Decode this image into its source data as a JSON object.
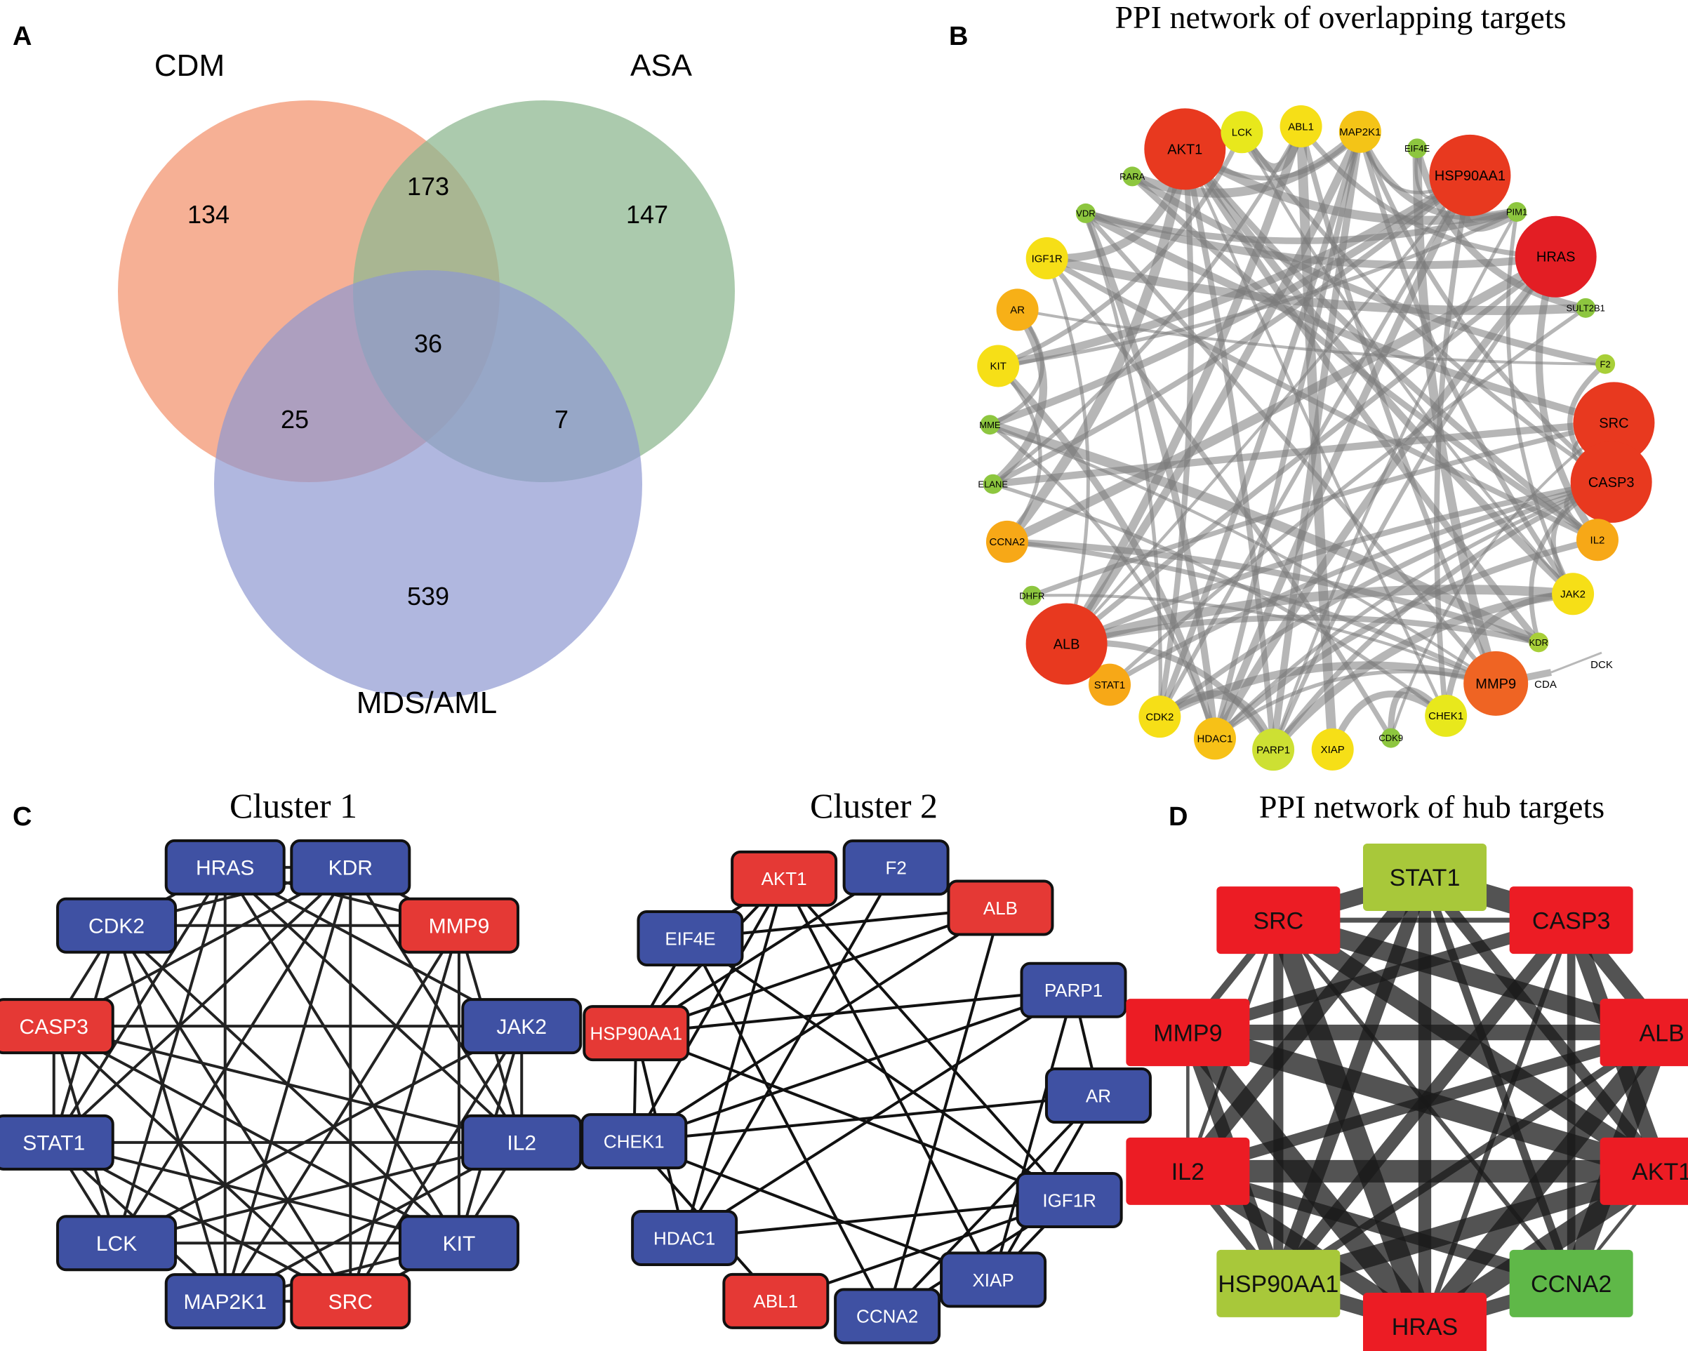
{
  "panelA": {
    "letter": "A",
    "sets": [
      {
        "label": "CDM",
        "color": "#f4a283"
      },
      {
        "label": "ASA",
        "color": "#8fb891"
      },
      {
        "label": "MDS/AML",
        "color": "#8e98d2"
      }
    ],
    "regions": [
      {
        "name": "cdm-only",
        "value": "134"
      },
      {
        "name": "asa-only",
        "value": "147"
      },
      {
        "name": "cdm-asa",
        "value": "173"
      },
      {
        "name": "all-three",
        "value": "36"
      },
      {
        "name": "cdm-mds",
        "value": "25"
      },
      {
        "name": "asa-mds",
        "value": "7"
      },
      {
        "name": "mds-only",
        "value": "539"
      }
    ]
  },
  "panelB": {
    "letter": "B",
    "title": "PPI network of overlapping targets",
    "nodes": [
      {
        "label": "AKT1",
        "color": "#e8391f",
        "size": 3
      },
      {
        "label": "LCK",
        "color": "#e8e81c",
        "size": 1
      },
      {
        "label": "ABL1",
        "color": "#f6df17",
        "size": 1
      },
      {
        "label": "MAP2K1",
        "color": "#f4c417",
        "size": 1
      },
      {
        "label": "EIF4E",
        "color": "#8dc63f",
        "size": 0
      },
      {
        "label": "HSP90AA1",
        "color": "#e8391f",
        "size": 3
      },
      {
        "label": "PIM1",
        "color": "#8dc63f",
        "size": 0
      },
      {
        "label": "HRAS",
        "color": "#e31e24",
        "size": 3
      },
      {
        "label": "SULT2B1",
        "color": "#8dc63f",
        "size": 0
      },
      {
        "label": "F2",
        "color": "#a8cf38",
        "size": 0
      },
      {
        "label": "SRC",
        "color": "#e8391f",
        "size": 3
      },
      {
        "label": "CASP3",
        "color": "#e8391f",
        "size": 3
      },
      {
        "label": "IL2",
        "color": "#f7a817",
        "size": 1
      },
      {
        "label": "JAK2",
        "color": "#f6df17",
        "size": 1
      },
      {
        "label": "KDR",
        "color": "#a8cf38",
        "size": 0
      },
      {
        "label": "MMP9",
        "color": "#ef6423",
        "size": 2
      },
      {
        "label": "CHEK1",
        "color": "#e8e81c",
        "size": 1
      },
      {
        "label": "CDK9",
        "color": "#8dc63f",
        "size": 0
      },
      {
        "label": "XIAP",
        "color": "#f6df17",
        "size": 1
      },
      {
        "label": "PARP1",
        "color": "#cde033",
        "size": 1
      },
      {
        "label": "HDAC1",
        "color": "#f7c117",
        "size": 1
      },
      {
        "label": "CDK2",
        "color": "#f6df17",
        "size": 1
      },
      {
        "label": "STAT1",
        "color": "#f7a817",
        "size": 1
      },
      {
        "label": "ALB",
        "color": "#e8391f",
        "size": 3
      },
      {
        "label": "DHFR",
        "color": "#8dc63f",
        "size": 0
      },
      {
        "label": "CCNA2",
        "color": "#f7a817",
        "size": 1
      },
      {
        "label": "ELANE",
        "color": "#8dc63f",
        "size": 0
      },
      {
        "label": "MME",
        "color": "#8dc63f",
        "size": 0
      },
      {
        "label": "KIT",
        "color": "#f6df17",
        "size": 1
      },
      {
        "label": "AR",
        "color": "#f7b017",
        "size": 1
      },
      {
        "label": "IGF1R",
        "color": "#f6df17",
        "size": 1
      },
      {
        "label": "VDR",
        "color": "#8dc63f",
        "size": 0
      },
      {
        "label": "RARA",
        "color": "#8dc63f",
        "size": 0
      }
    ],
    "outliers": [
      {
        "label": "CDA"
      },
      {
        "label": "DCK"
      }
    ]
  },
  "panelC": {
    "letter": "C",
    "cluster1": {
      "title": "Cluster 1",
      "nodes": [
        {
          "label": "HRAS",
          "color": "#3f51a3"
        },
        {
          "label": "KDR",
          "color": "#3f51a3"
        },
        {
          "label": "MMP9",
          "color": "#e53935"
        },
        {
          "label": "JAK2",
          "color": "#3f51a3"
        },
        {
          "label": "IL2",
          "color": "#3f51a3"
        },
        {
          "label": "KIT",
          "color": "#3f51a3"
        },
        {
          "label": "SRC",
          "color": "#e53935"
        },
        {
          "label": "MAP2K1",
          "color": "#3f51a3"
        },
        {
          "label": "LCK",
          "color": "#3f51a3"
        },
        {
          "label": "STAT1",
          "color": "#3f51a3"
        },
        {
          "label": "CASP3",
          "color": "#e53935"
        },
        {
          "label": "CDK2",
          "color": "#3f51a3"
        }
      ]
    },
    "cluster2": {
      "title": "Cluster 2",
      "nodes": [
        {
          "label": "F2",
          "color": "#3f51a3"
        },
        {
          "label": "ALB",
          "color": "#e53935"
        },
        {
          "label": "PARP1",
          "color": "#3f51a3"
        },
        {
          "label": "AR",
          "color": "#3f51a3"
        },
        {
          "label": "IGF1R",
          "color": "#3f51a3"
        },
        {
          "label": "XIAP",
          "color": "#3f51a3"
        },
        {
          "label": "CCNA2",
          "color": "#3f51a3"
        },
        {
          "label": "ABL1",
          "color": "#e53935"
        },
        {
          "label": "HDAC1",
          "color": "#3f51a3"
        },
        {
          "label": "CHEK1",
          "color": "#3f51a3"
        },
        {
          "label": "HSP90AA1",
          "color": "#e53935"
        },
        {
          "label": "EIF4E",
          "color": "#3f51a3"
        },
        {
          "label": "AKT1",
          "color": "#e53935"
        }
      ]
    }
  },
  "panelD": {
    "letter": "D",
    "title": "PPI network of hub targets",
    "nodes": [
      {
        "label": "STAT1",
        "color": "#a8c83a"
      },
      {
        "label": "CASP3",
        "color": "#ec1c24"
      },
      {
        "label": "ALB",
        "color": "#ec1c24"
      },
      {
        "label": "AKT1",
        "color": "#ec1c24"
      },
      {
        "label": "CCNA2",
        "color": "#5fb848"
      },
      {
        "label": "HRAS",
        "color": "#ec1c24"
      },
      {
        "label": "HSP90AA1",
        "color": "#a8c83a"
      },
      {
        "label": "IL2",
        "color": "#ec1c24"
      },
      {
        "label": "MMP9",
        "color": "#ec1c24"
      },
      {
        "label": "SRC",
        "color": "#ec1c24"
      }
    ]
  }
}
